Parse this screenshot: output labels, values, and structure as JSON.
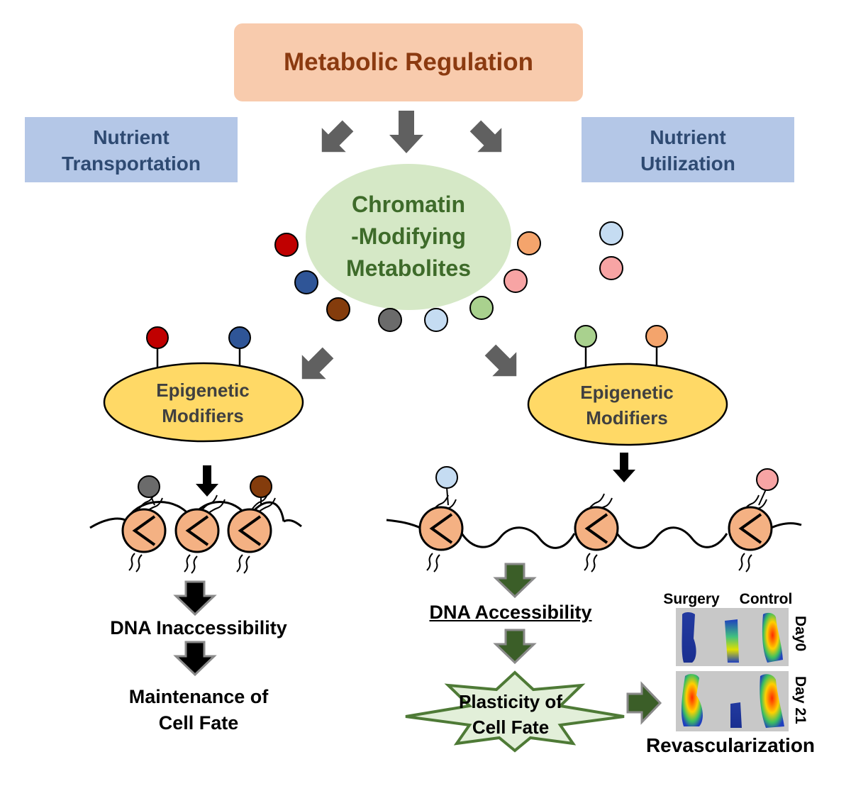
{
  "title": "Metabolic Regulation",
  "nutrient_transport": {
    "line1": "Nutrient",
    "line2": "Transportation"
  },
  "nutrient_util": {
    "line1": "Nutrient",
    "line2": "Utilization"
  },
  "chromatin": {
    "line1": "Chromatin",
    "line2": "-Modifying",
    "line3": "Metabolites"
  },
  "epigenetic_left": {
    "line1": "Epigenetic",
    "line2": "Modifiers"
  },
  "epigenetic_right": {
    "line1": "Epigenetic",
    "line2": "Modifiers"
  },
  "dna_inaccess": "DNA Inaccessibility",
  "maintenance": {
    "line1": "Maintenance of",
    "line2": "Cell Fate"
  },
  "dna_access": "DNA Accessibility",
  "plasticity": {
    "line1": "Plasticity of",
    "line2": "Cell Fate"
  },
  "panel": {
    "surgery": "Surgery",
    "control": "Control",
    "day0": "Day0",
    "day21": "Day 21",
    "caption": "Revascularization"
  },
  "colors": {
    "title_box": "#f8cbad",
    "title_text": "#8b3a10",
    "nutrient_box": "#b4c7e7",
    "nutrient_text": "#2e4a72",
    "chromatin_ellipse": "#d5e8c6",
    "chromatin_text": "#3e6b2a",
    "modifier_ellipse": "#ffd966",
    "nucleosome": "#f4b183",
    "arrow_gray": "#606060",
    "arrow_green": "#3b5e28",
    "star_fill": "#e2efd9",
    "star_stroke": "#4e7a36",
    "metabolite_colors": [
      "#c00000",
      "#2f5597",
      "#843c0c",
      "#6b6b6b",
      "#c5dcf2",
      "#a9d18e",
      "#f7a4a4",
      "#f4a46c"
    ]
  }
}
